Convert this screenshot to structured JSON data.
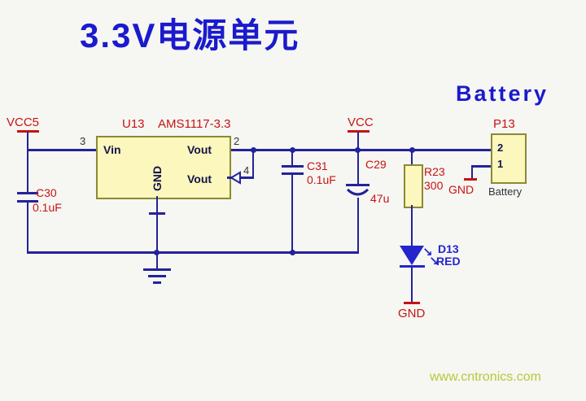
{
  "title": "3.3V电源单元",
  "battery_heading": "Battery",
  "watermark": "www.cntronics.com",
  "colors": {
    "wire": "#23239a",
    "label_red": "#c41414",
    "label_blue": "#2525cc",
    "title_blue": "#1a1ace",
    "component_fill": "#fbf7bd",
    "component_border": "#8a8a33",
    "watermark_green": "#b9c93a",
    "background": "#f6f6f2"
  },
  "icons": {
    "led_arrow": "↘"
  },
  "power": {
    "vcc5_label": "VCC5",
    "vcc_label": "VCC"
  },
  "regulator": {
    "ref": "U13",
    "part": "AMS1117-3.3",
    "pin_vin": "Vin",
    "pin_gnd": "GND",
    "pin_vout_top": "Vout",
    "pin_vout_bottom": "Vout",
    "num_left": "3",
    "num_right_top": "2",
    "num_right_bottom": "4"
  },
  "capacitors": {
    "c30_ref": "C30",
    "c30_value": "0.1uF",
    "c31_ref": "C31",
    "c31_value": "0.1uF",
    "c29_ref": "C29",
    "c29_value": "47u"
  },
  "resistor": {
    "ref": "R23",
    "value": "300"
  },
  "led": {
    "ref": "D13",
    "color_label": "RED",
    "gnd_label": "GND"
  },
  "connector": {
    "ref": "P13",
    "pin_top": "2",
    "pin_bottom": "1",
    "label": "Battery",
    "gnd_label": "GND"
  }
}
